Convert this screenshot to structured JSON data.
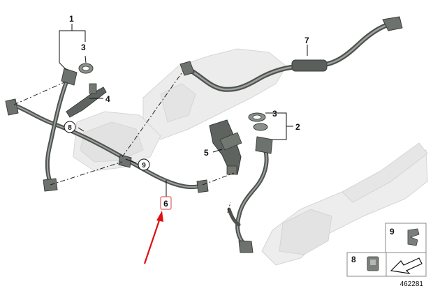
{
  "diagram": {
    "callouts": {
      "c1": "1",
      "c2": "2",
      "c3a": "3",
      "c3b": "3",
      "c4": "4",
      "c5": "5",
      "c6": "6",
      "c7": "7",
      "c8": "8",
      "c9": "9"
    },
    "legend": {
      "item9": "9",
      "item8": "8"
    },
    "image_number": "462281",
    "colors": {
      "hose": "#555a56",
      "hose_light": "#8c918d",
      "ghost_part": "#dcdcdc",
      "highlight_box": "#e06060",
      "arrow": "#e01010"
    }
  }
}
